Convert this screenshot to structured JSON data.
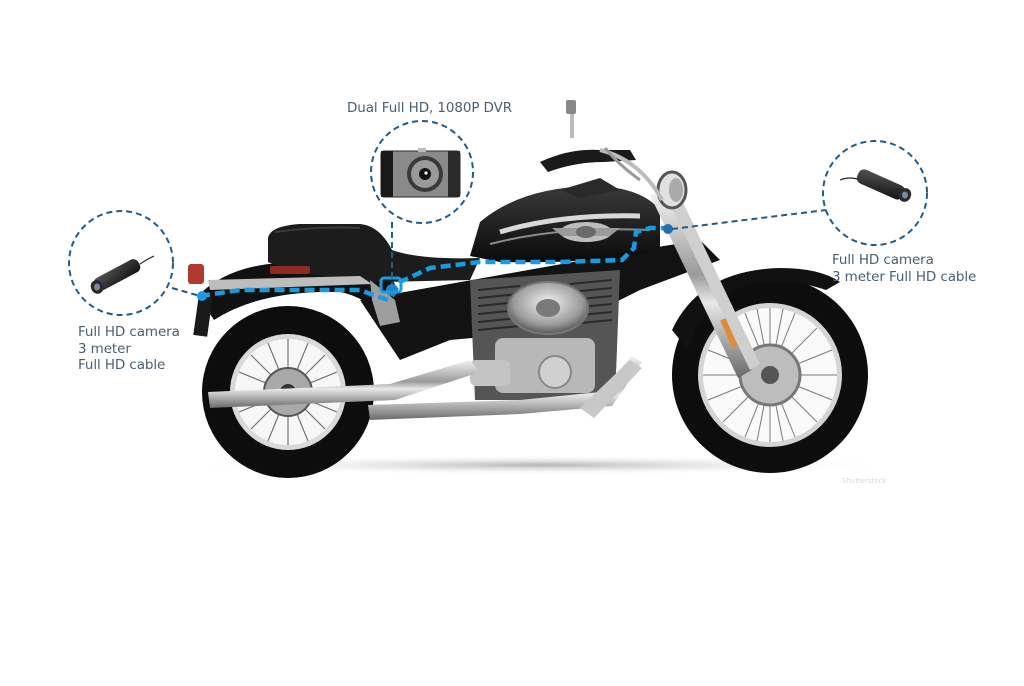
{
  "diagram": {
    "subject": "Motorcycle dual camera DVR installation diagram",
    "colors": {
      "callout_dash": "#1f5c8c",
      "cable_dash": "#1a9be0",
      "label_text": "#4a5f73",
      "background": "#ffffff"
    },
    "callouts": {
      "dvr": {
        "icon": "dvr-recorder-icon",
        "lines": [
          "Dual Full HD, 1080P DVR"
        ]
      },
      "rear_camera": {
        "icon": "bullet-camera-icon",
        "lines": [
          "Full HD camera",
          "3 meter",
          "Full HD cable"
        ]
      },
      "front_camera": {
        "icon": "bullet-camera-icon",
        "lines": [
          "Full HD camera",
          "3 meter Full HD cable"
        ]
      }
    },
    "watermark": "Shutterstock"
  }
}
